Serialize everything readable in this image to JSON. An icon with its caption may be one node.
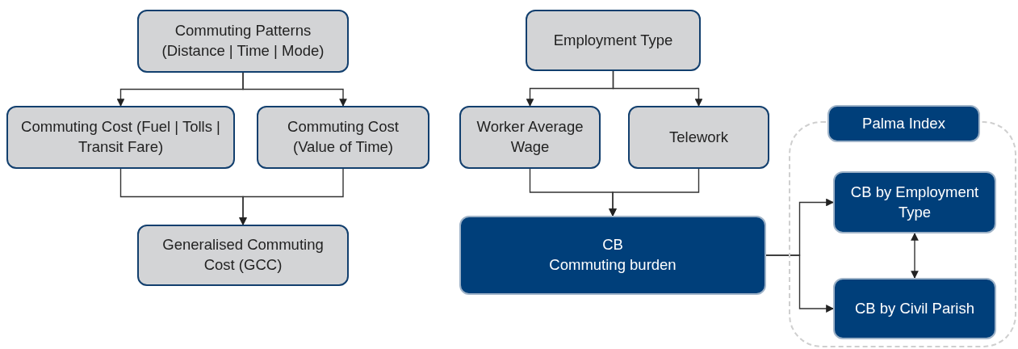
{
  "diagram": {
    "nodes": [
      {
        "text": [
          "Commuting Patterns (Distance | Time | Mode)"
        ]
      },
      {
        "text": [
          "Commuting Cost (Fuel | Tolls | Transit Fare)"
        ]
      },
      {
        "text": [
          "Commuting Cost (Value of Time)"
        ]
      },
      {
        "text": [
          "Generalised Commuting Cost (GCC)"
        ]
      },
      {
        "text": [
          "Employment Type"
        ]
      },
      {
        "text": [
          "Worker Average Wage"
        ]
      },
      {
        "text": [
          "Telework"
        ]
      },
      {
        "text": [
          "CB",
          "Commuting burden"
        ]
      },
      {
        "text": [
          "Palma Index"
        ]
      },
      {
        "text": [
          "CB by Employment Type"
        ],
        "in": 8
      },
      {
        "text": [
          "CB by Civil Parish"
        ],
        "in": 8
      }
    ],
    "edges": [
      {
        "from": 0,
        "to": 1,
        "arrow": "to"
      },
      {
        "from": 0,
        "to": 2,
        "arrow": "to"
      },
      {
        "from": 1,
        "to": 3,
        "arrow": "to"
      },
      {
        "from": 2,
        "to": 3,
        "arrow": "to"
      },
      {
        "from": 4,
        "to": 5,
        "arrow": "to"
      },
      {
        "from": 4,
        "to": 6,
        "arrow": "to"
      },
      {
        "from": 5,
        "to": 7,
        "arrow": "to"
      },
      {
        "from": 6,
        "to": 7,
        "arrow": "to"
      },
      {
        "from": 7,
        "to": 9,
        "arrow": "to"
      },
      {
        "from": 7,
        "to": 10,
        "arrow": "to"
      },
      {
        "from": 9,
        "to": 10,
        "arrow": "both"
      }
    ]
  }
}
